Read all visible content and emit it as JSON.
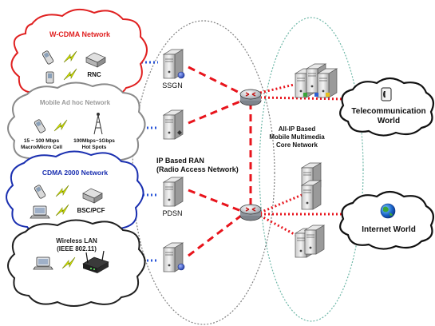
{
  "access_networks": {
    "wcdma": {
      "title": "W-CDMA Network",
      "node_label": "RNC",
      "border_color": "#e02020",
      "title_color": "#e02020"
    },
    "adhoc": {
      "title": "Mobile Ad hoc Network",
      "left_caption_1": "15 ~ 100 Mbps",
      "left_caption_2": "Macro/Micro Cell",
      "right_caption_1": "100Mbps~1Gbps",
      "right_caption_2": "Hot Spots",
      "border_color": "#8a8a8a",
      "title_color": "#9a9a9a"
    },
    "cdma2000": {
      "title": "CDMA 2000 Network",
      "node_label": "BSC/PCF",
      "border_color": "#1a2fb0",
      "title_color": "#1a2fb0"
    },
    "wlan": {
      "title_1": "Wireless LAN",
      "title_2": "(IEEE 802.11)",
      "border_color": "#202020",
      "title_color": "#202020"
    }
  },
  "ran": {
    "label_1": "IP Based RAN",
    "label_2": "(Radio Access Network)",
    "servers": [
      "SSGN",
      "",
      "PDSN",
      ""
    ]
  },
  "core": {
    "label_1": "All-IP Based",
    "label_2": "Mobile Multimedia",
    "label_3": "Core Network"
  },
  "external": {
    "telecom_1": "Telecommunication",
    "telecom_2": "World",
    "internet": "Internet World"
  },
  "colors": {
    "red_link": "#e8141c",
    "blue_link": "#2a55d8",
    "ran_ellipse": "#808080",
    "core_ellipse": "#6fb8a8"
  },
  "icons": [
    "mobile-phone-icon",
    "pda-icon",
    "lightning-icon",
    "rnc-switch-icon",
    "cell-tower-icon",
    "laptop-icon",
    "wireless-router-icon",
    "server-icon",
    "router-icon",
    "telephone-icon",
    "globe-icon"
  ]
}
